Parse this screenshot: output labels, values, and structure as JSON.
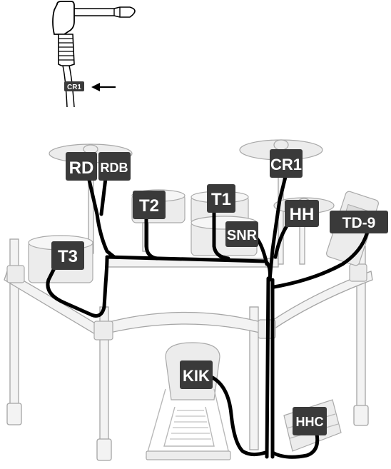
{
  "inset": {
    "plug_label": "CR1"
  },
  "labels": {
    "rd": "RD",
    "rdb": "RDB",
    "t2": "T2",
    "t1": "T1",
    "cr1": "CR1",
    "hh": "HH",
    "snr": "SNR",
    "td9": "TD-9",
    "t3": "T3",
    "kik": "KIK",
    "hhc": "HHC"
  }
}
